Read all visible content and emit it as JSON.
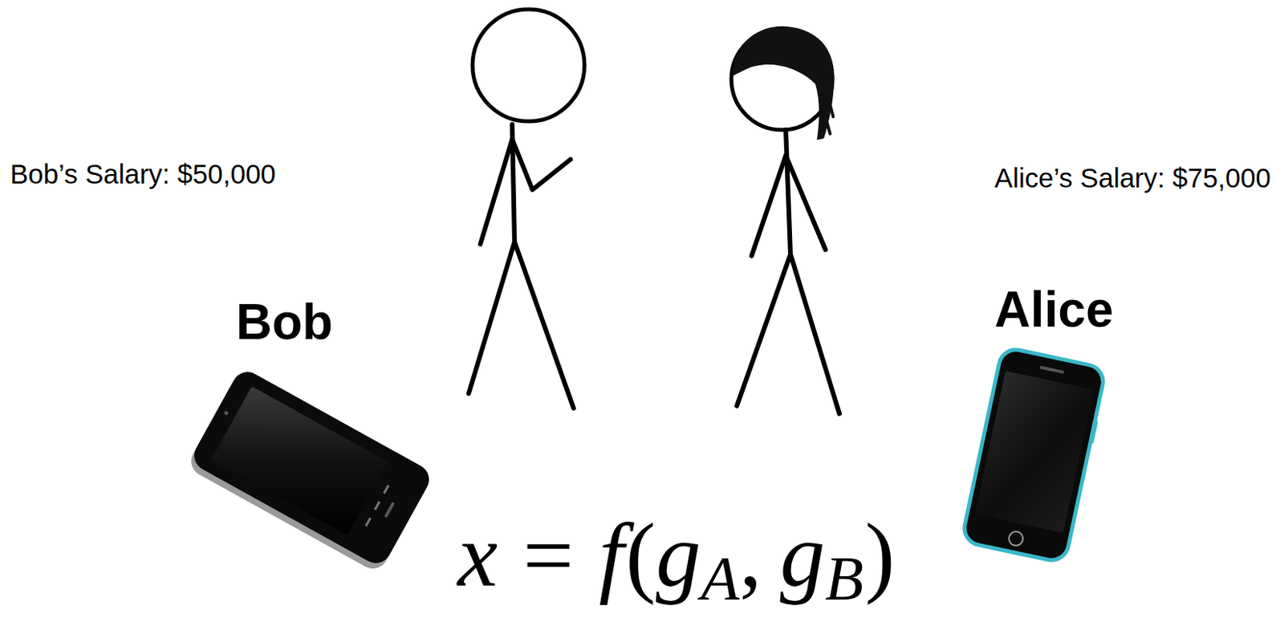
{
  "diagram": {
    "labels": [
      "Bob’s Salary: $50,000",
      "Alice’s Salary: $75,000",
      "Bob",
      "Alice",
      "x",
      "=",
      "f",
      "(",
      "g",
      "A",
      ",",
      "g",
      "B",
      ")"
    ]
  }
}
